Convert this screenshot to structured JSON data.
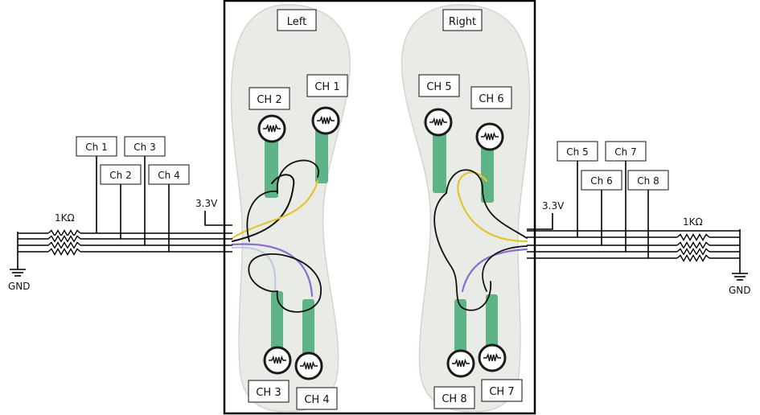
{
  "insole_labels": {
    "left": "Left",
    "right": "Right"
  },
  "left_channels": {
    "top": [
      "CH 2",
      "CH 1"
    ],
    "bottom": [
      "CH 3",
      "CH 4"
    ]
  },
  "right_channels": {
    "top": [
      "CH 5",
      "CH 6"
    ],
    "bottom": [
      "CH 8",
      "CH 7"
    ]
  },
  "left_circuit": {
    "channels": [
      "Ch 1",
      "Ch 2",
      "Ch 3",
      "Ch 4"
    ],
    "voltage": "3.3V",
    "resistor": "1KΩ",
    "ground": "GND"
  },
  "right_circuit": {
    "channels": [
      "Ch 5",
      "Ch 6",
      "Ch 7",
      "Ch 8"
    ],
    "voltage": "3.3V",
    "resistor": "1KΩ",
    "ground": "GND"
  },
  "colors": {
    "insole": "#e9ebe6",
    "photo_bg": "#ffffff",
    "sensor_trace": "#4fae7d",
    "wire_yellow": "#e3c52c",
    "wire_purple": "#8a6cd1",
    "wire_black": "#111111"
  }
}
